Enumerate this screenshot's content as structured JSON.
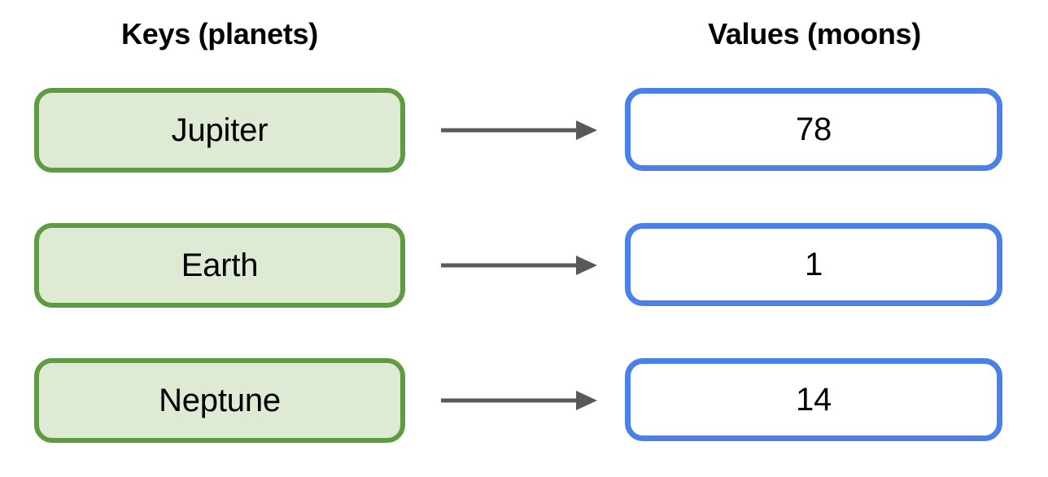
{
  "diagram": {
    "title_left": "Keys (planets)",
    "title_right": "Values (moons)",
    "arrow_icon": "arrow-right-icon",
    "colors": {
      "key_border": "#5f9b41",
      "key_fill": "#deead3",
      "value_border": "#4a80e8",
      "value_fill": "#ffffff",
      "arrow": "#595959",
      "text": "#000000",
      "background": "#ffffff"
    },
    "pairs": [
      {
        "key": "Jupiter",
        "value": "78"
      },
      {
        "key": "Earth",
        "value": "1"
      },
      {
        "key": "Neptune",
        "value": "14"
      }
    ]
  }
}
